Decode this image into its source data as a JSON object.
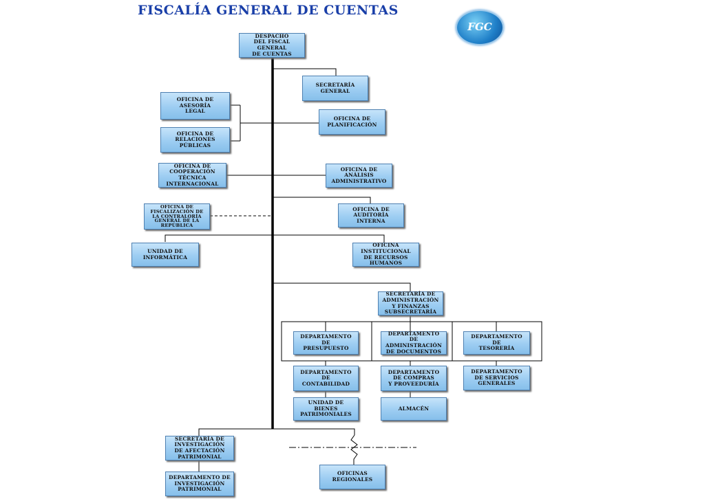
{
  "title": "FISCALÍA GENERAL DE CUENTAS",
  "logo": {
    "text": "FGC",
    "icon": "fgc-seal-logo"
  },
  "units": {
    "despacho": "DESPACHO\nDEL FISCAL\nGENERAL\nDE CUENTAS",
    "secretaria_general": "SECRETARÍA\nGENERAL",
    "asesoria_legal": "OFICINA DE\nASESORÍA\nLEGAL",
    "planificacion": "OFICINA DE\nPLANIFICACIÓN",
    "relaciones_publicas": "OFICINA DE\nRELACIONES\nPÚBLICAS",
    "cooperacion_tecnica": "OFICINA DE\nCOOPERACIÓN\nTÉCNICA\nINTERNACIONAL",
    "analisis_administrativo": "OFICINA DE\nANÁLISIS\nADMINISTRATIVO",
    "fiscalizacion_contraloria": "OFICINA DE\nFISCALIZACIÓN DE\nLA CONTRALORÍA\nGENERAL DE LA\nREPÚBLICA",
    "auditoria_interna": "OFICINA DE\nAUDITORÍA\nINTERNA",
    "informatica": "UNIDAD DE\nINFORMÁTICA",
    "recursos_humanos": "OFICINA\nINSTITUCIONAL\nDE RECURSOS\nHUMANOS",
    "administracion_finanzas": "SECRETARÍA DE\nADMINISTRACIÓN\nY FINANZAS\nSUBSECRETARÍA",
    "presupuesto": "DEPARTAMENTO\nDE\nPRESUPUESTO",
    "administracion_documentos": "DEPARTAMENTO\nDE\nADMINISTRACIÓN\nDE DOCUMENTOS",
    "tesoreria": "DEPARTAMENTO\nDE\nTESORERÍA",
    "contabilidad": "DEPARTAMENTO\nDE\nCONTABILIDAD",
    "compras_proveeduria": "DEPARTAMENTO\nDE COMPRAS\nY PROVEEDURÍA",
    "servicios_generales": "DEPARTAMENTO\nDE SERVICIOS\nGENERALES",
    "bienes_patrimoniales": "UNIDAD DE\nBIENES\nPATRIMONIALES",
    "almacen": "ALMACÉN",
    "investigacion_afectacion": "SECRETARÍA DE\nINVESTIGACIÓN\nDE AFECTACIÓN\nPATRIMONIAL",
    "investigacion_patrimonial": "DEPARTAMENTO DE\nINVESTIGACIÓN\nPATRIMONIAL",
    "oficinas_regionales": "OFICINAS\nREGIONALES"
  }
}
